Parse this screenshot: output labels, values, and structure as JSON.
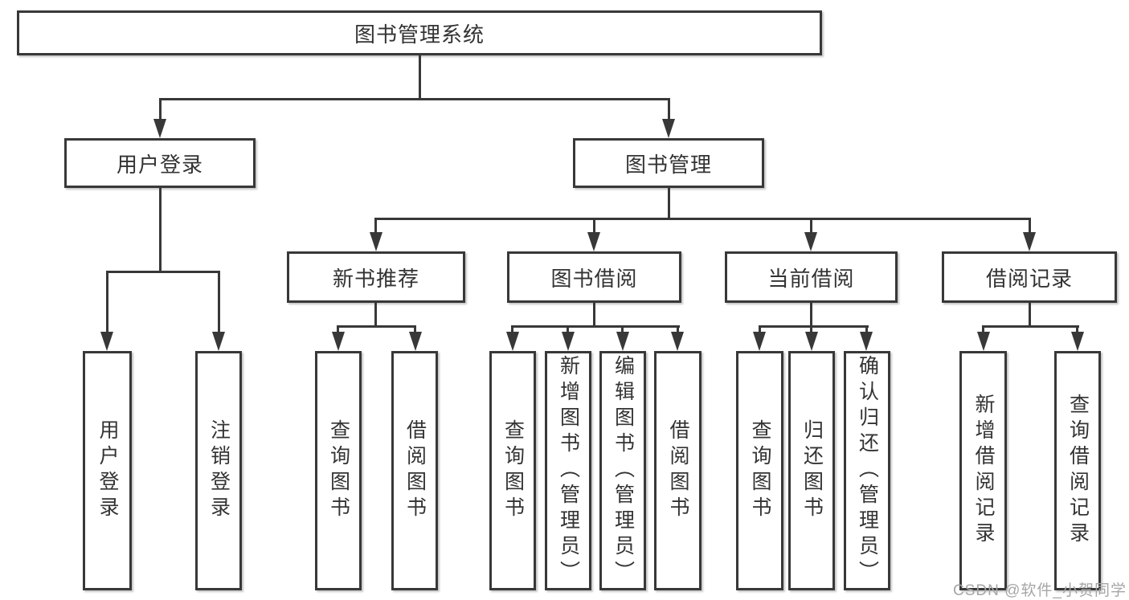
{
  "diagram": {
    "root": {
      "label": "图书管理系统"
    },
    "level2": [
      {
        "label": "用户登录"
      },
      {
        "label": "图书管理"
      }
    ],
    "level3": [
      {
        "label": "新书推荐"
      },
      {
        "label": "图书借阅"
      },
      {
        "label": "当前借阅"
      },
      {
        "label": "借阅记录"
      }
    ],
    "leaves": [
      {
        "label": "用户登录"
      },
      {
        "label": "注销登录"
      },
      {
        "label": "查询图书"
      },
      {
        "label": "借阅图书"
      },
      {
        "label": "查询图书"
      },
      {
        "label": "新增图书（管理员）"
      },
      {
        "label": "编辑图书（管理员）"
      },
      {
        "label": "借阅图书"
      },
      {
        "label": "查询图书"
      },
      {
        "label": "归还图书"
      },
      {
        "label": "确认归还（管理员）"
      },
      {
        "label": "新增借阅记录"
      },
      {
        "label": "查询借阅记录"
      }
    ]
  },
  "watermark": {
    "text": "CSDN @软件_小贺同学"
  },
  "colors": {
    "line": "#383838",
    "text": "#333333",
    "box_background": "#ffffff",
    "page_background": "#ffffff",
    "watermark": "#a6a6a6"
  }
}
